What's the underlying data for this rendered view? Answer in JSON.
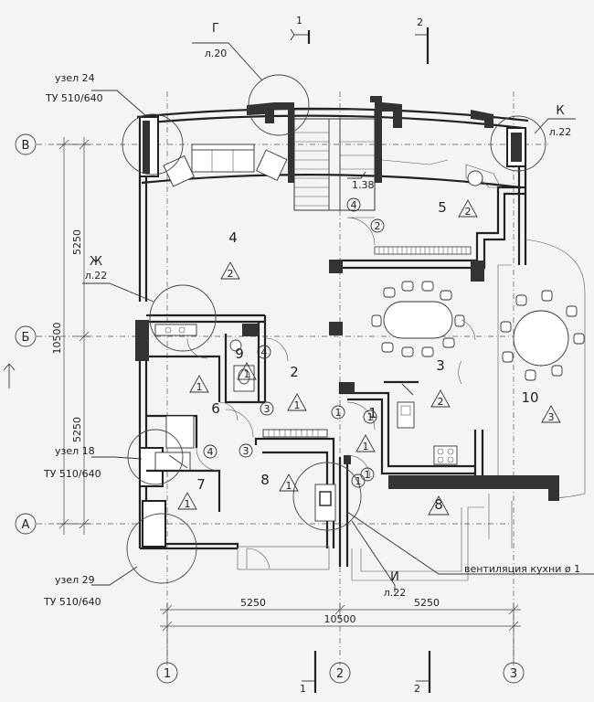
{
  "axes": {
    "rows": [
      "В",
      "Б",
      "А"
    ],
    "cols": [
      "1",
      "2",
      "3"
    ]
  },
  "dimensions": {
    "left_upper": "5250",
    "left_lower": "5250",
    "left_total": "10500",
    "bottom_left": "5250",
    "bottom_right": "5250",
    "bottom_total": "10500"
  },
  "section_marks": {
    "top_1": "1",
    "top_2": "2",
    "bottom_1": "1",
    "bottom_2": "2"
  },
  "details": [
    {
      "letter": "Г",
      "sheet": "л.20"
    },
    {
      "letter": "К",
      "sheet": "л.22"
    },
    {
      "letter": "Ж",
      "sheet": "л.22"
    },
    {
      "letter": "И",
      "sheet": "л.22"
    }
  ],
  "nodes": [
    {
      "name": "узел 24",
      "code": "ТУ 510/640"
    },
    {
      "name": "узел 18",
      "code": "ТУ 510/640"
    },
    {
      "name": "узел 29",
      "code": "ТУ 510/640"
    }
  ],
  "stair_mark": "1.38",
  "ventilation_note": "вентиляция кухни ø 1",
  "rooms": [
    {
      "num": "4",
      "tri": "2"
    },
    {
      "num": "5",
      "tri": "2"
    },
    {
      "num": "3",
      "tri": "2"
    },
    {
      "num": "2",
      "tri": "1"
    },
    {
      "num": "1",
      "tri": "1"
    },
    {
      "num": "6",
      "tri": "1"
    },
    {
      "num": "7",
      "tri": "1"
    },
    {
      "num": "8",
      "tri": "1"
    },
    {
      "num": "9",
      "tri": "1"
    },
    {
      "num": "10",
      "tri": "3"
    },
    {
      "num": "8",
      "tri": ""
    }
  ],
  "door_marks": [
    "4",
    "2",
    "4",
    "3",
    "4",
    "3",
    "1",
    "1",
    "1",
    "1"
  ]
}
